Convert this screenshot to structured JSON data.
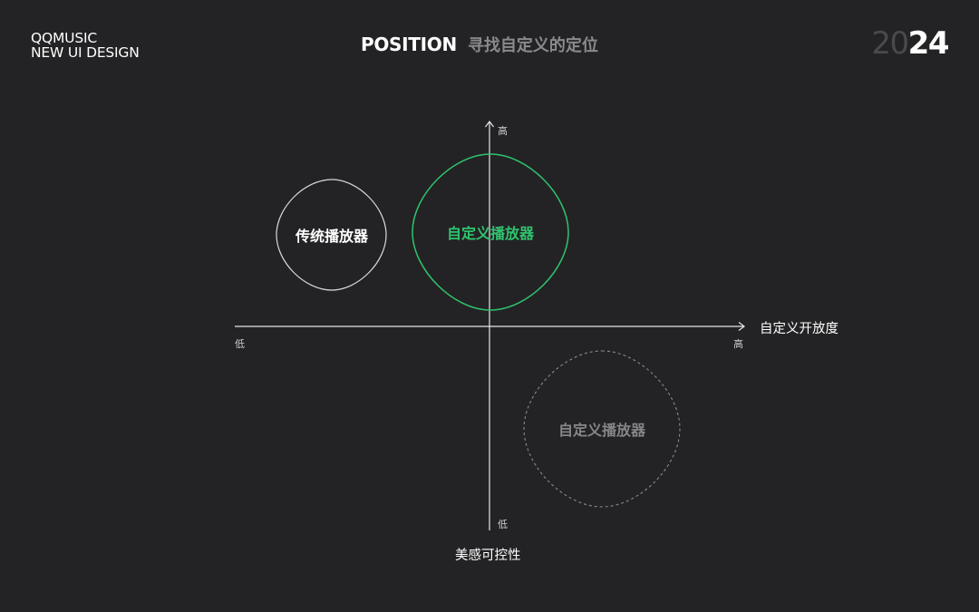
{
  "header": {
    "brand_line1": "QQMUSIC",
    "brand_line2": "NEW UI DESIGN",
    "title_en": "POSITION",
    "title_cn": "寻找自定义的定位",
    "year_dim": "20",
    "year_bright": "24"
  },
  "diagram": {
    "y_axis_title": "美感可控性",
    "y_axis_high": "高",
    "y_axis_low": "低",
    "x_axis_title": "自定义开放度",
    "x_axis_low": "低",
    "x_axis_high": "高",
    "blobs": [
      {
        "label": "传统播放器",
        "style": "solid-white"
      },
      {
        "label": "自定义播放器",
        "style": "solid-green"
      },
      {
        "label": "自定义播放器",
        "style": "dashed-grey"
      }
    ]
  },
  "colors": {
    "background": "#232325",
    "accent_green": "#2fc46e",
    "axis": "#e6e6e8",
    "muted": "#8a8a8c"
  }
}
